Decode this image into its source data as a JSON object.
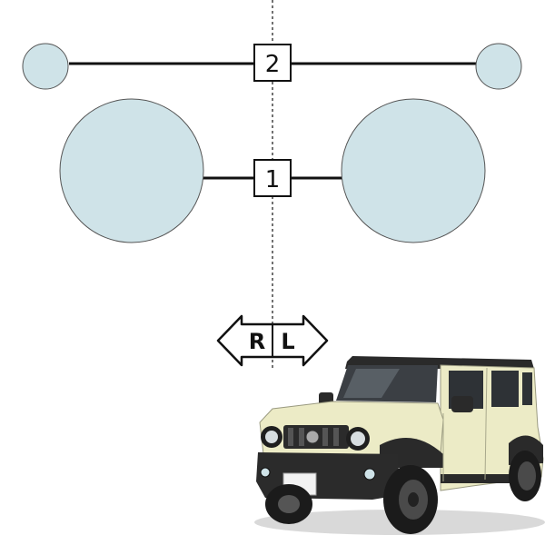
{
  "diagram": {
    "lamp_pairs": [
      {
        "label": "2",
        "size": "small"
      },
      {
        "label": "1",
        "size": "large"
      }
    ],
    "direction": {
      "right": "R",
      "left": "L"
    },
    "lamp_fill": "#cfe3e8",
    "line_color": "#111111"
  },
  "photo": {
    "subject": "vehicle-photo",
    "body_color": "#ecebc6"
  }
}
